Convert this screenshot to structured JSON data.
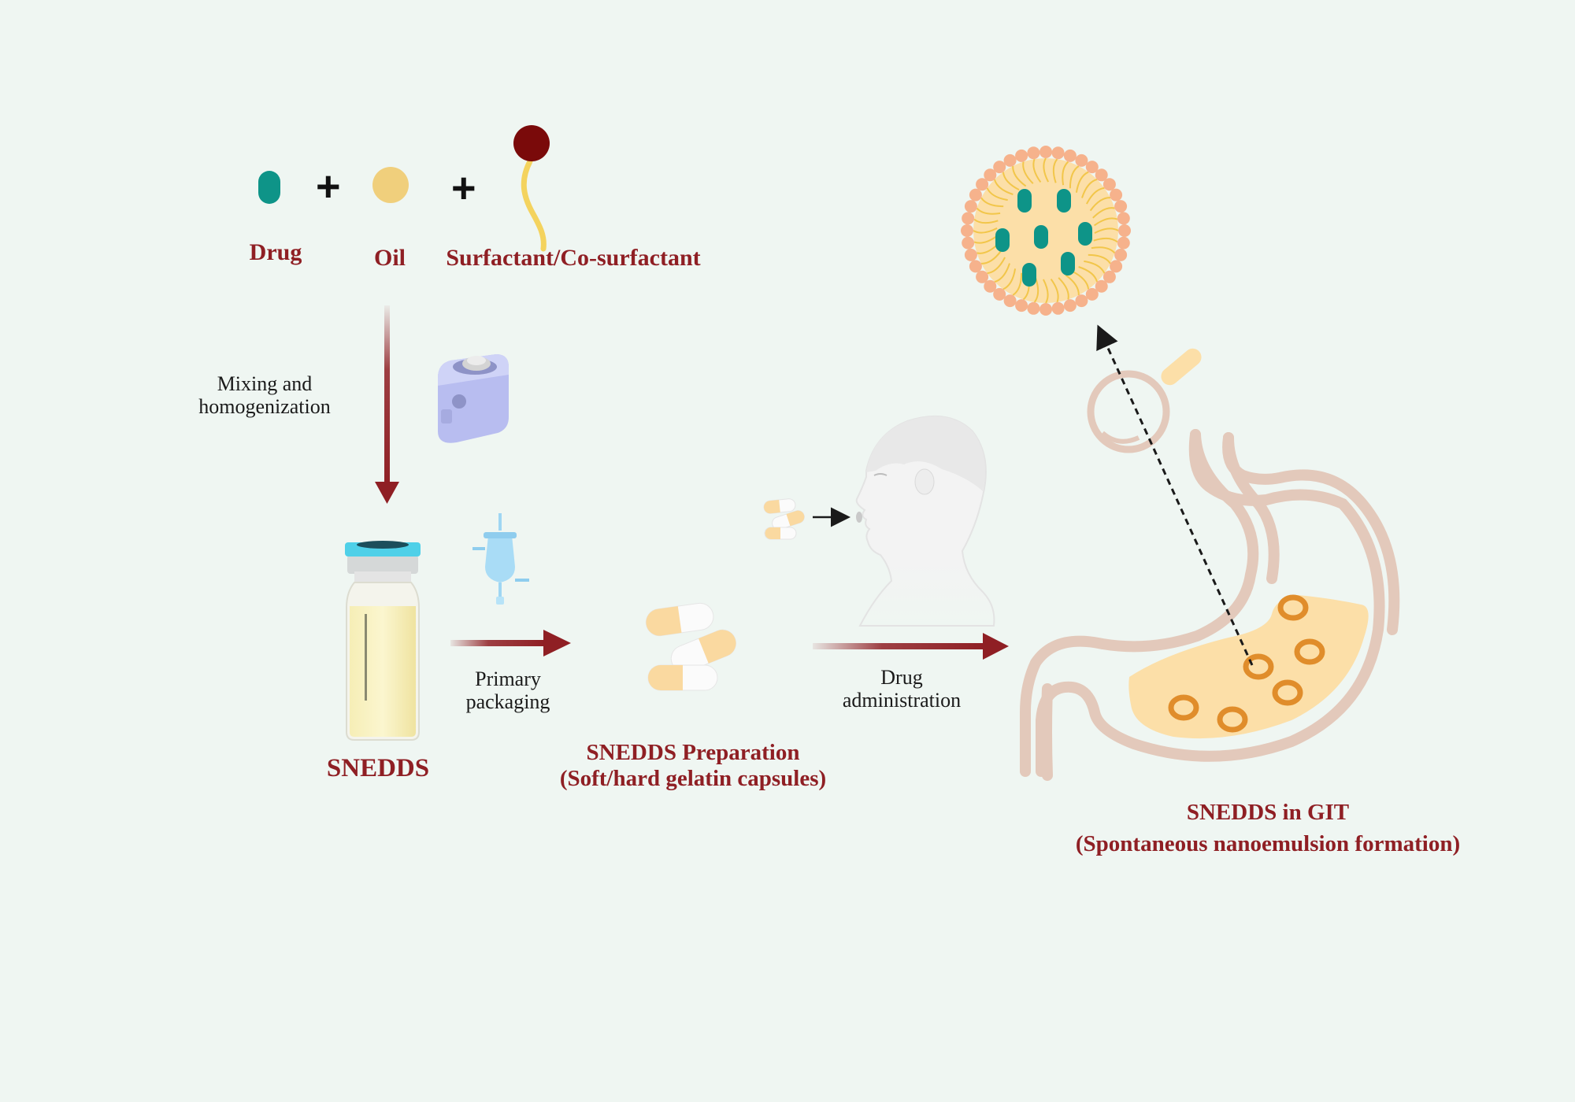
{
  "ingredients": {
    "drug_label": "Drug",
    "oil_label": "Oil",
    "surfactant_label": "Surfactant/Co-surfactant",
    "plus_sign": "+"
  },
  "steps": {
    "mixing_line1": "Mixing and",
    "mixing_line2": "homogenization",
    "packaging_line1": "Primary",
    "packaging_line2": "packaging",
    "administration_line1": "Drug",
    "administration_line2": "administration"
  },
  "products": {
    "snedds_label": "SNEDDS",
    "preparation_title": "SNEDDS Preparation",
    "preparation_subtitle": "(Soft/hard gelatin capsules)",
    "git_title": "SNEDDS in GIT",
    "git_subtitle": "(Spontaneous nanoemulsion formation)"
  },
  "colors": {
    "label_red": "#8f1f24",
    "drug_teal": "#0e9488",
    "oil_yellow": "#f0cf7c",
    "surfactant_head": "#7a0a0a",
    "arrow_red": "#8f1f24",
    "stomach_outline": "#e3c9bb",
    "background": "#eff6f2"
  }
}
